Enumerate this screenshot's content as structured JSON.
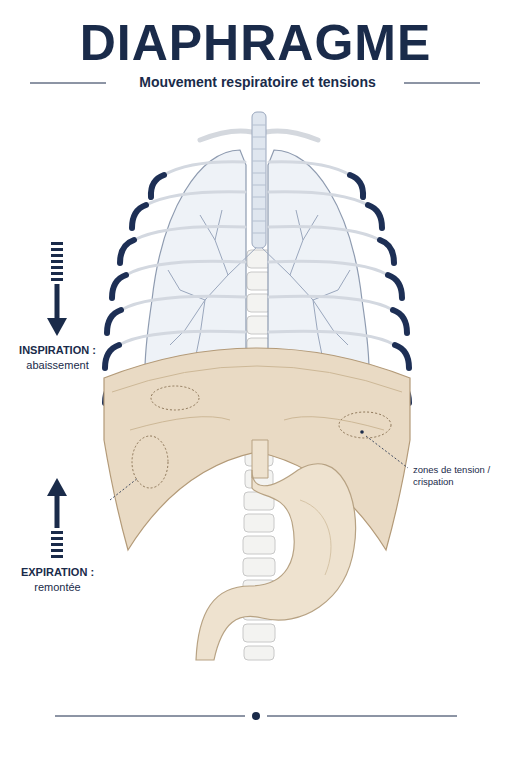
{
  "diagram": {
    "title": "DIAPHRAGME",
    "labels": [
      "Mouvement respiratoire et tensions",
      "INSPIRATION :",
      "abaissement",
      "EXPIRATION :",
      "remontée",
      "zones de tension / crispation"
    ]
  }
}
